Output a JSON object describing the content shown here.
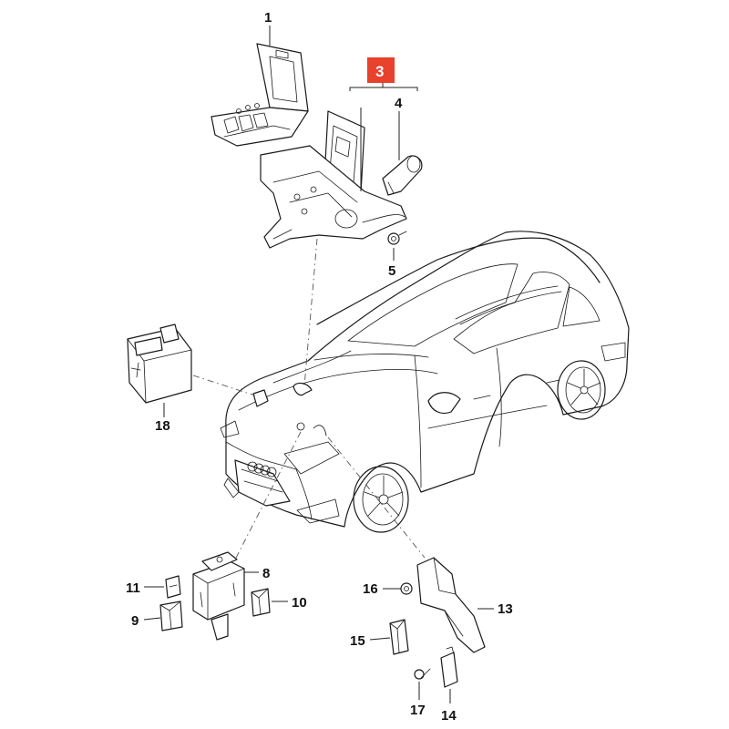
{
  "diagram": {
    "highlight_color": "#e8412c",
    "line_color": "#1a1a1a",
    "callouts": {
      "c1": "1",
      "c3": "3",
      "c4": "4",
      "c5": "5",
      "c8": "8",
      "c9": "9",
      "c10": "10",
      "c11": "11",
      "c13": "13",
      "c14": "14",
      "c15": "15",
      "c16": "16",
      "c17": "17",
      "c18": "18"
    },
    "highlighted_callout": "3"
  }
}
